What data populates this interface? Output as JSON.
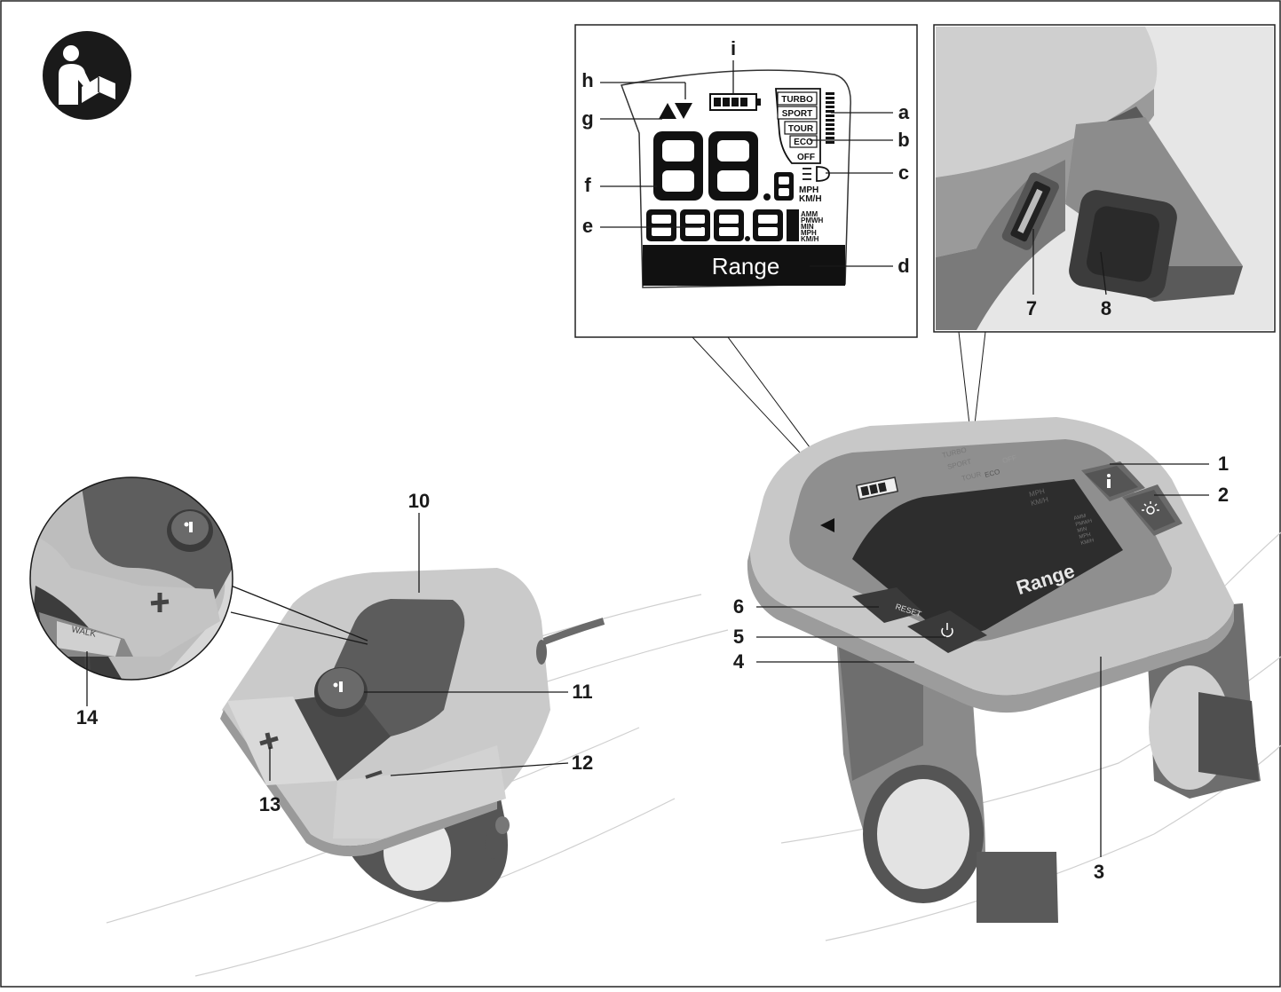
{
  "display_zoom": {
    "mode_labels": [
      "TURBO",
      "SPORT",
      "TOUR",
      "ECO",
      "OFF"
    ],
    "speed_units": [
      "MPH",
      "KM/H"
    ],
    "trip_units": [
      "AMM",
      "PMWH",
      "MIN",
      "MPH",
      "KM/H"
    ],
    "info_text": "Range"
  },
  "device": {
    "info_text": "Range",
    "mode_labels": [
      "TURBO",
      "SPORT",
      "TOUR",
      "ECO",
      "OFF"
    ],
    "speed_units": [
      "MPH",
      "KM/H"
    ],
    "trip_units": [
      "AMM",
      "PMWH",
      "MIN",
      "MPH",
      "KM/H"
    ],
    "reset_label": "RESET"
  },
  "remote": {
    "walk_label": "WALK"
  },
  "callouts": {
    "a": "a",
    "b": "b",
    "c": "c",
    "d": "d",
    "e": "e",
    "f": "f",
    "g": "g",
    "h": "h",
    "i": "i",
    "n1": "1",
    "n2": "2",
    "n3": "3",
    "n4": "4",
    "n5": "5",
    "n6": "6",
    "n7": "7",
    "n8": "8",
    "n10": "10",
    "n11": "11",
    "n12": "12",
    "n13": "13",
    "n14": "14"
  },
  "colors": {
    "lcd_black": "#111111",
    "body_light": "#d9d9d9",
    "body_mid": "#b3b3b3",
    "body_dark": "#6e6e6e",
    "button_dark": "#4a4a4a",
    "line": "#1a1a1a"
  },
  "icons": [
    "read-manual-icon",
    "info-icon",
    "light-icon",
    "power-icon",
    "plus-icon",
    "minus-icon"
  ]
}
